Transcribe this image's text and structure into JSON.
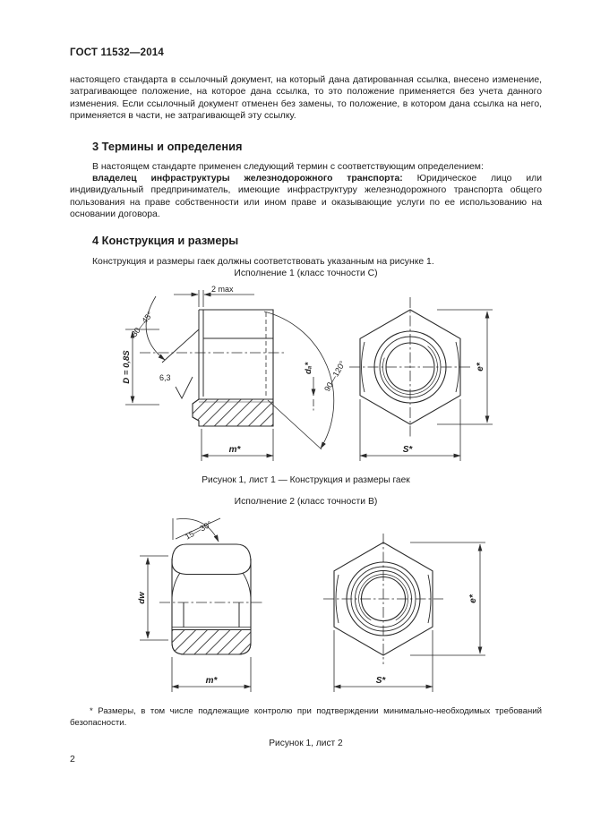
{
  "ink": "#2b2b2b",
  "header": {
    "title": "ГОСТ 11532—2014"
  },
  "intro": {
    "text": "настоящего стандарта в ссылочный документ, на который дана датированная ссылка, внесено изменение, затрагивающее положение, на которое дана ссылка, то это положение применяется без учета данного изменения. Если ссылочный документ отменен без замены, то положение, в котором дана ссылка на него, применяется в части, не затрагивающей эту ссылку."
  },
  "section3": {
    "title": "3 Термины и определения",
    "p1": "В настоящем стандарте применен следующий термин с соответствующим определением:",
    "term": "владелец инфраструктуры железнодорожного транспорта:",
    "definition": " Юридическое лицо или индивидуальный предприниматель, имеющие инфраструктуру железнодорожного транспорта общего пользования на праве собственности или ином праве и оказывающие услуги по ее использованию на основании договора."
  },
  "section4": {
    "title": "4 Конструкция и размеры",
    "p1": "Конструкция и размеры гаек должны соответствовать указанным на рисунке 1."
  },
  "figure1": {
    "variant": "Исполнение 1 (класс точности С)",
    "caption": "Рисунок 1, лист 1 — Конструкция и размеры гаек",
    "labels": {
      "two_max": "2 max",
      "chamfer_angle": "30—45°",
      "washer_dia": "D = 0,8S",
      "roughness": "6,3",
      "da": "dₐ*",
      "face_angle": "90—120°",
      "m": "m*",
      "e": "e*",
      "s": "S*"
    }
  },
  "figure2": {
    "variant": "Исполнение 2 (класс точности В)",
    "caption": "Рисунок 1, лист 2",
    "labels": {
      "crown_angle": "15—30°",
      "dw": "dw",
      "m": "m*",
      "e": "e*",
      "s": "S*"
    }
  },
  "footnote": {
    "text": "* Размеры, в том числе подлежащие контролю при подтверждении минимально-необходимых требований безопасности."
  },
  "page": {
    "number": "2"
  }
}
